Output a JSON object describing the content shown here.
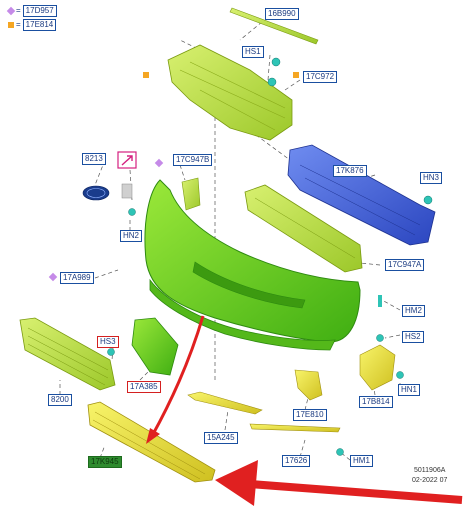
{
  "legend": {
    "item1": {
      "symbol": "diamond-icon",
      "code": "17D957"
    },
    "item2": {
      "symbol": "square-icon",
      "code": "17E814"
    }
  },
  "callouts": {
    "c16B990": "16B990",
    "cHS1": "HS1",
    "c17C972": "17C972",
    "c8213": "8213",
    "c17C947B": "17C947B",
    "c17K876": "17K876",
    "cHN3": "HN3",
    "cHN2": "HN2",
    "c17C947A": "17C947A",
    "c17A989": "17A989",
    "cHM2": "HM2",
    "cHS3": "HS3",
    "cHS2": "HS2",
    "c17A385": "17A385",
    "c8200": "8200",
    "c17B814": "17B814",
    "cHN1": "HN1",
    "c17E810": "17E810",
    "c15A245": "15A245",
    "c17626": "17626",
    "cHM1": "HM1",
    "c17K945": "17K945"
  },
  "reference": {
    "code": "5011906A",
    "date": "02-2022 07"
  },
  "colors": {
    "part_green": "#7fd21e",
    "part_lime": "#b6e04a",
    "part_blue": "#3a5fd8",
    "part_yellow": "#e8e23a",
    "arrow_red": "#e02020",
    "label_border": "#1a4fa0"
  }
}
